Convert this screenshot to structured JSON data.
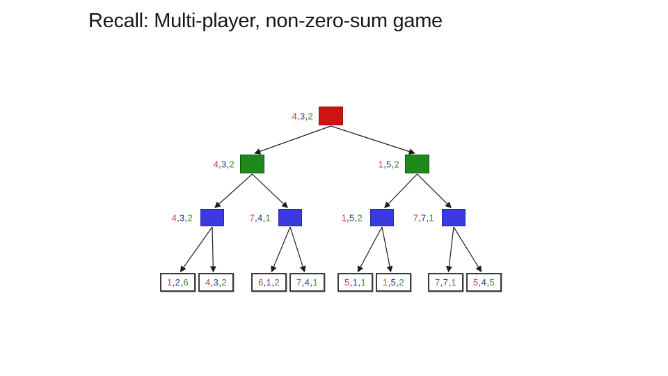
{
  "slide": {
    "title": "Recall: Multi-player, non-zero-sum game"
  },
  "colors": {
    "player1": "#cc3b3b",
    "player2": "#30308f",
    "player3": "#2e8b2e",
    "comma": "#2b2b2b",
    "root_fill": "#cf1313",
    "root_border": "#8a0e0e",
    "level2_fill": "#1d8a1b",
    "level2_border": "#0f5210",
    "level3_fill": "#3a3ae0",
    "level3_border": "#2525a8",
    "leaf_border": "#3b3b3b",
    "edge": "#1c1c1c"
  },
  "tree": {
    "root": {
      "payoff": [
        "4",
        "3",
        "2"
      ]
    },
    "level2": [
      {
        "payoff": [
          "4",
          "3",
          "2"
        ]
      },
      {
        "payoff": [
          "1",
          "5",
          "2"
        ]
      }
    ],
    "level3": [
      {
        "payoff": [
          "4",
          "3",
          "2"
        ]
      },
      {
        "payoff": [
          "7",
          "4",
          "1"
        ]
      },
      {
        "payoff": [
          "1",
          "5",
          "2"
        ]
      },
      {
        "payoff": [
          "7",
          "7",
          "1"
        ]
      }
    ],
    "leaves": [
      {
        "payoff": [
          "1",
          "2",
          "6"
        ]
      },
      {
        "payoff": [
          "4",
          "3",
          "2"
        ]
      },
      {
        "payoff": [
          "6",
          "1",
          "2"
        ]
      },
      {
        "payoff": [
          "7",
          "4",
          "1"
        ]
      },
      {
        "payoff": [
          "5",
          "1",
          "1"
        ]
      },
      {
        "payoff": [
          "1",
          "5",
          "2"
        ]
      },
      {
        "payoff": [
          "7",
          "7",
          "1"
        ]
      },
      {
        "payoff": [
          "5",
          "4",
          "5"
        ]
      }
    ]
  }
}
